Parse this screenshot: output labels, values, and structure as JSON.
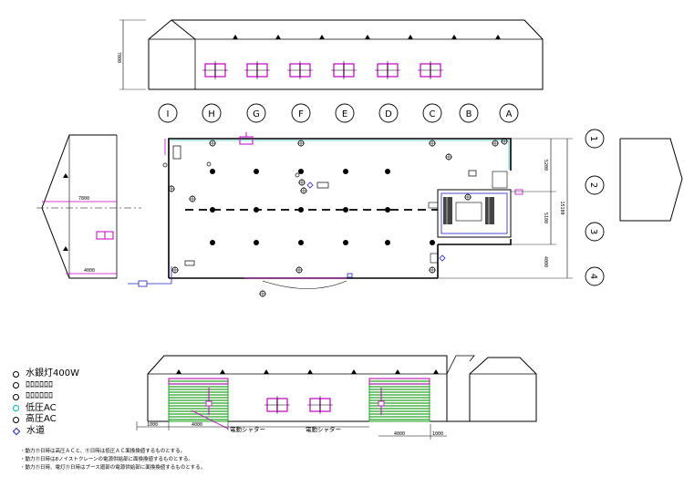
{
  "grid_top": [
    "I",
    "H",
    "G",
    "F",
    "E",
    "D",
    "C",
    "B",
    "A"
  ],
  "grid_right": [
    "1",
    "2",
    "3",
    "4"
  ],
  "dims": {
    "top_height": "7000",
    "left_width_upper": "7800",
    "left_width_lower": "4000",
    "right_top": "5200",
    "right_mid": "5100",
    "right_total": "15100",
    "right_bottom": "4000",
    "bottom_1": "1000",
    "bottom_2": "4000",
    "bottom_3": "4000",
    "bottom_4": "1000"
  },
  "shutters": {
    "left_label": "電動シャター",
    "right_label": "電動シャター"
  },
  "legend": [
    {
      "symbol": "circle",
      "color": "#000000",
      "text": "水銀灯400W"
    },
    {
      "symbol": "circle",
      "color": "#000000",
      "text": "ﾛﾛﾛﾛﾛﾛ"
    },
    {
      "symbol": "circle",
      "color": "#000000",
      "text": "ﾛﾛﾛﾛﾛﾛ"
    },
    {
      "symbol": "circle",
      "color": "#00b0b0",
      "text": "低圧AC"
    },
    {
      "symbol": "circle",
      "color": "#000000",
      "text": "高圧AC"
    },
    {
      "symbol": "diamond",
      "color": "#2020c0",
      "text": "水道"
    }
  ],
  "notes": [
    "・動力⑪日時は高圧ＡＣと、⑪日時は低圧ＡＣ面換換値するものとする。",
    "・動力⑪日時は8ノイストクレーンの電源供給部に面換換値するものとする。",
    "・動力⑪日時、電灯⑪日時はブース廻部の電源供給部に面換換値するものとする。"
  ],
  "colors": {
    "magenta": "#c000c0",
    "green": "#20a020",
    "blue": "#2020c0",
    "cyan": "#00b0b0"
  }
}
